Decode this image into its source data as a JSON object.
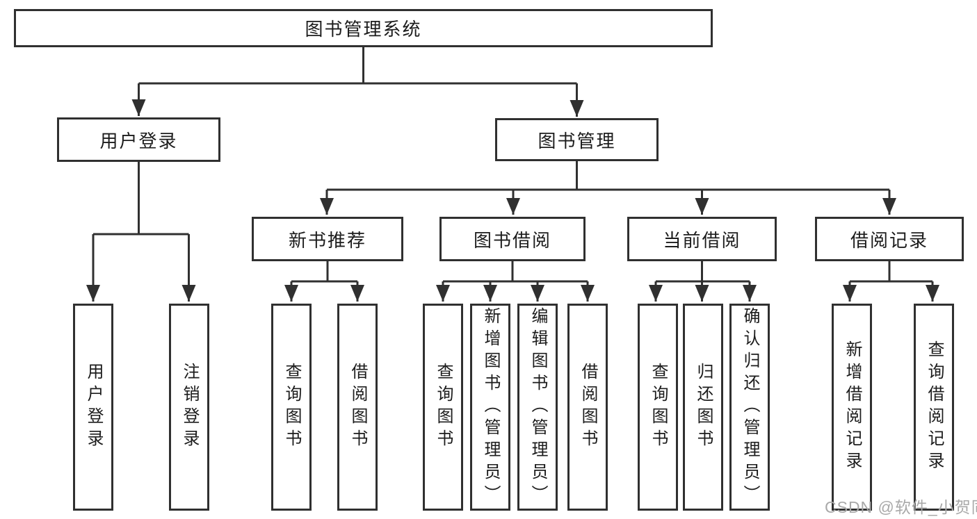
{
  "diagram": {
    "type": "hierarchy-tree",
    "tree": {
      "label": "图书管理系统",
      "children": [
        {
          "label": "用户登录",
          "children": [
            {
              "label": "用户登录"
            },
            {
              "label": "注销登录"
            }
          ]
        },
        {
          "label": "图书管理",
          "children": [
            {
              "label": "新书推荐",
              "children": [
                {
                  "label": "查询图书"
                },
                {
                  "label": "借阅图书"
                }
              ]
            },
            {
              "label": "图书借阅",
              "children": [
                {
                  "label": "查询图书"
                },
                {
                  "label": "新增图书（管理员）"
                },
                {
                  "label": "编辑图书（管理员）"
                },
                {
                  "label": "借阅图书"
                }
              ]
            },
            {
              "label": "当前借阅",
              "children": [
                {
                  "label": "查询图书"
                },
                {
                  "label": "归还图书"
                },
                {
                  "label": "确认归还（管理员）"
                }
              ]
            },
            {
              "label": "借阅记录",
              "children": [
                {
                  "label": "新增借阅记录"
                },
                {
                  "label": "查询借阅记录"
                }
              ]
            }
          ]
        }
      ]
    },
    "colors": {
      "line": "#303030",
      "box_border": "#303030",
      "box_background": "#ffffff",
      "text": "#1c1c1c",
      "watermark": "#a9a9a9",
      "page_background": "#ffffff"
    }
  },
  "watermark": {
    "text": "CSDN @软件_小贺同学"
  }
}
